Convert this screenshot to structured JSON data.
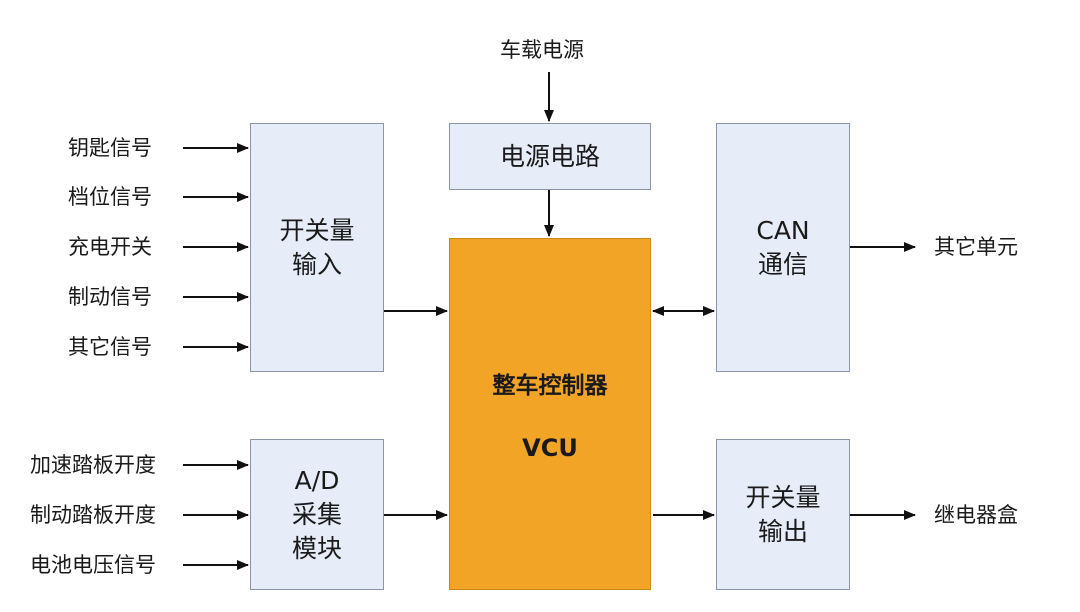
{
  "top_input": "车载电源",
  "power_circuit": "电源电路",
  "switch_input": [
    "开关量",
    "输入"
  ],
  "ad_module": [
    "A/D",
    "采集",
    "模块"
  ],
  "can_comm": [
    "CAN",
    "通信"
  ],
  "switch_output": [
    "开关量",
    "输出"
  ],
  "vcu": {
    "title": "整车控制器",
    "abbr": "VCU"
  },
  "switch_signals": [
    "钥匙信号",
    "档位信号",
    "充电开关",
    "制动信号",
    "其它信号"
  ],
  "analog_signals": [
    "加速踏板开度",
    "制动踏板开度",
    "电池电压信号"
  ],
  "outputs": {
    "can": "其它单元",
    "relay": "继电器盒"
  },
  "colors": {
    "box_fill": "#e6ecf8",
    "box_border": "#8a96a8",
    "vcu_fill": "#f2a427",
    "arrow": "#111111"
  }
}
